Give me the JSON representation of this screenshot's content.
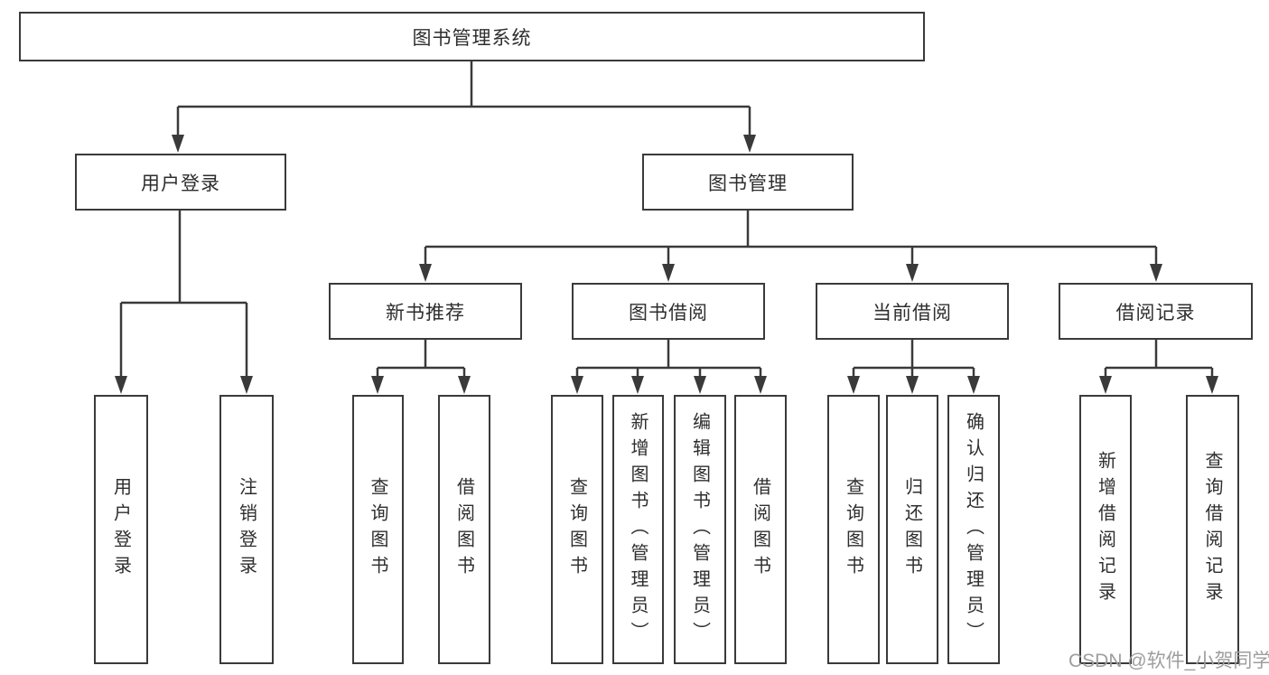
{
  "title": "图书管理系统",
  "watermark": "CSDN @软件_小贺同学",
  "nodes": {
    "root": "图书管理系统",
    "user_login": {
      "label": "用户登录",
      "children": [
        "用户登录",
        "注销登录"
      ]
    },
    "book_mgmt": {
      "label": "图书管理",
      "sections": [
        {
          "label": "新书推荐",
          "children": [
            "查询图书",
            "借阅图书"
          ]
        },
        {
          "label": "图书借阅",
          "children": [
            "查询图书",
            "新增图书（管理员）",
            "编辑图书（管理员）",
            "借阅图书"
          ]
        },
        {
          "label": "当前借阅",
          "children": [
            "查询图书",
            "归还图书",
            "确认归还（管理员）"
          ]
        },
        {
          "label": "借阅记录",
          "children": [
            "新增借阅记录",
            "查询借阅记录"
          ]
        }
      ]
    }
  },
  "colors": {
    "line": "#3a3a3a",
    "box_border": "#3a3a3a",
    "text": "#2e2e2e",
    "watermark": "#9e9e9e",
    "background": "#ffffff"
  }
}
